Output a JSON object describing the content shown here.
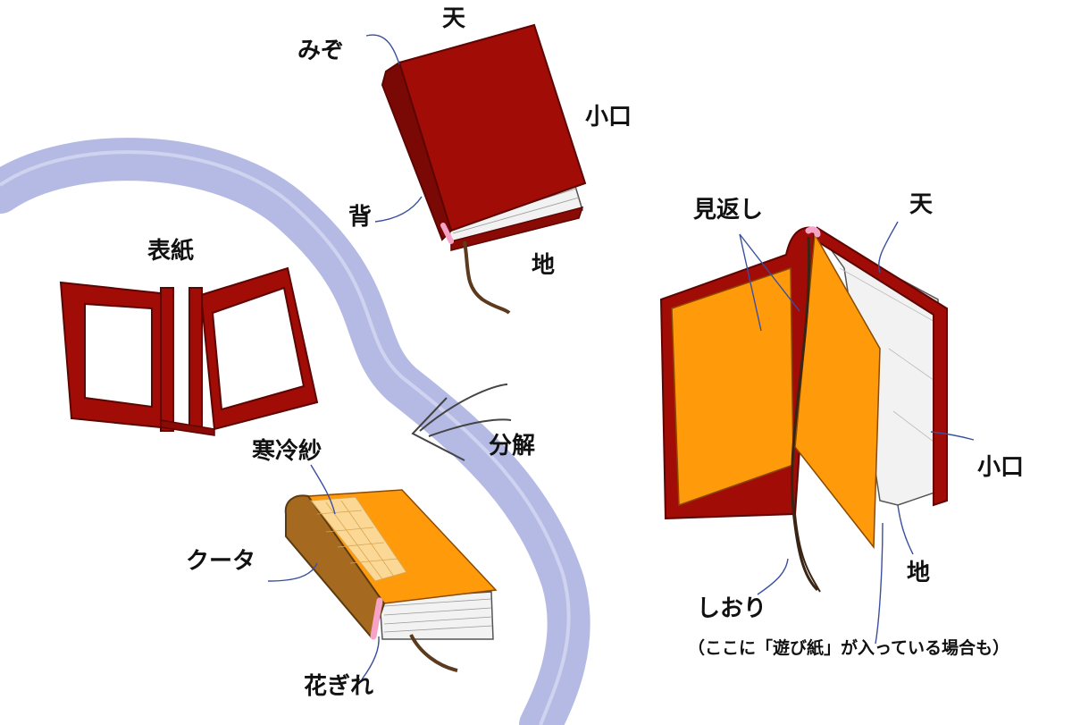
{
  "labels": {
    "mizo": "みぞ",
    "ten_top": "天",
    "koguchi_top": "小口",
    "se": "背",
    "chi_top": "地",
    "hyoushi": "表紙",
    "kanreisha": "寒冷紗",
    "bunkai": "分解",
    "kuuta": "クータ",
    "hanagire": "花ぎれ",
    "mikaeshi": "見返し",
    "ten_right": "天",
    "koguchi_right": "小口",
    "chi_right": "地",
    "shiori": "しおり",
    "note": "（ここに「遊び紙」が入っている場合も）"
  },
  "colors": {
    "cover_red": "#a10c06",
    "cover_dark": "#6e0804",
    "endpaper_orange": "#ff9a0b",
    "kuuta_brown": "#a56a1f",
    "headband_pink": "#f7a3c8",
    "ribbon": "#5c3a1e",
    "river": "#b0b6e3",
    "leader_line": "#3a4fa0"
  }
}
